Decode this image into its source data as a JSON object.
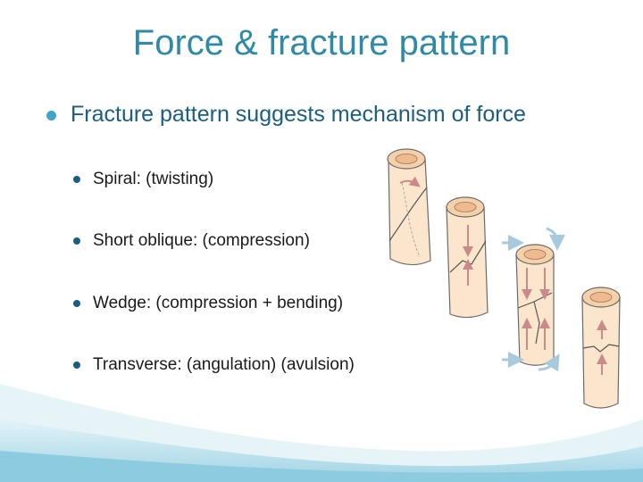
{
  "slide": {
    "title": "Force & fracture pattern",
    "main_bullet": "Fracture pattern suggests mechanism of force",
    "sub_bullets": [
      "Spiral: (twisting)",
      "Short oblique: (compression)",
      "Wedge: (compression + bending)",
      "Transverse: (angulation) (avulsion)"
    ]
  },
  "colors": {
    "title": "#2f8aa6",
    "main_bullet": "#1a5f7f",
    "bone_fill": "#fbe6cd",
    "bone_stroke": "#6b6b6b",
    "arrow_red": "#c98a8a",
    "arrow_blue": "#a9c9dc"
  },
  "illustrations": [
    "spiral-fracture-bone",
    "short-oblique-fracture-bone",
    "wedge-fracture-bone",
    "transverse-fracture-bone"
  ]
}
